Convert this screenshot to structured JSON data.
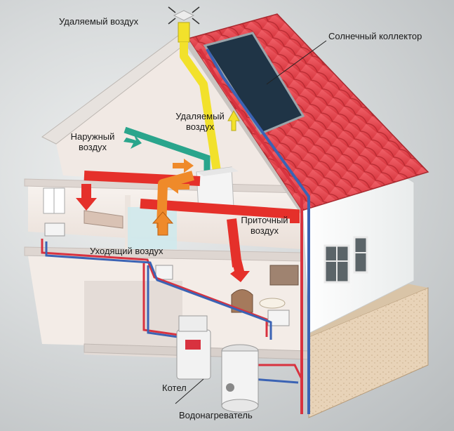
{
  "labels": {
    "exhaust_top": "Удаляемый воздух",
    "solar": "Солнечный коллектор",
    "exhaust_mid_1": "Удаляемый",
    "exhaust_mid_2": "воздух",
    "outdoor_1": "Наружный",
    "outdoor_2": "воздух",
    "supply_1": "Приточный",
    "supply_2": "воздух",
    "outgoing": "Уходящий воздух",
    "boiler": "Котел",
    "water_heater": "Водонагреватель"
  },
  "colors": {
    "roof": "#e8434b",
    "supply_duct": "#e5302a",
    "exhaust_duct": "#f2e12b",
    "outdoor_duct": "#2aa58c",
    "outgoing_duct": "#ef8a2a",
    "hot_pipe": "#d8323f",
    "cold_pipe": "#3b63b4",
    "solar_panel": "#1f3446"
  }
}
